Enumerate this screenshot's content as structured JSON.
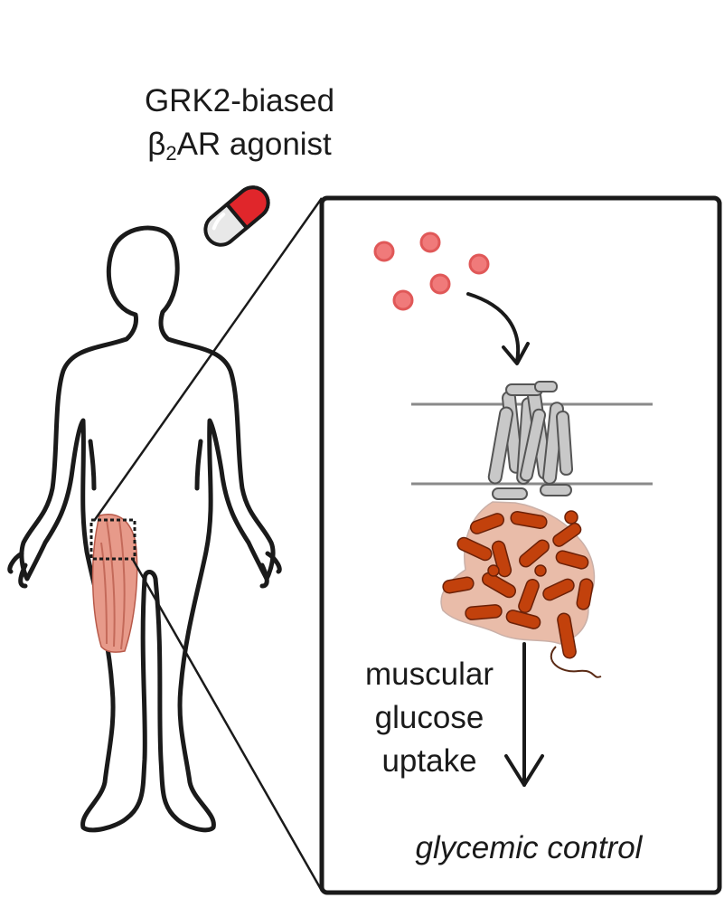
{
  "title": {
    "line1": "GRK2-biased",
    "line2_prefix": "β",
    "line2_sub": "2",
    "line2_suffix": "AR agonist"
  },
  "effect_label": {
    "line1": "muscular",
    "line2": "glucose",
    "line3": "uptake"
  },
  "outcome": "glycemic control",
  "colors": {
    "ligand": "#f07a7a",
    "receptor": "#c8c8c8",
    "grk2": "#c2410c",
    "muscle": "#e79a8a",
    "pill_red": "#e0262b",
    "outline": "#1a1a1a"
  },
  "icons": [
    "human-body-icon",
    "pill-icon",
    "muscle-icon",
    "ligand-molecules-icon",
    "receptor-structure-icon",
    "grk2-structure-icon"
  ]
}
